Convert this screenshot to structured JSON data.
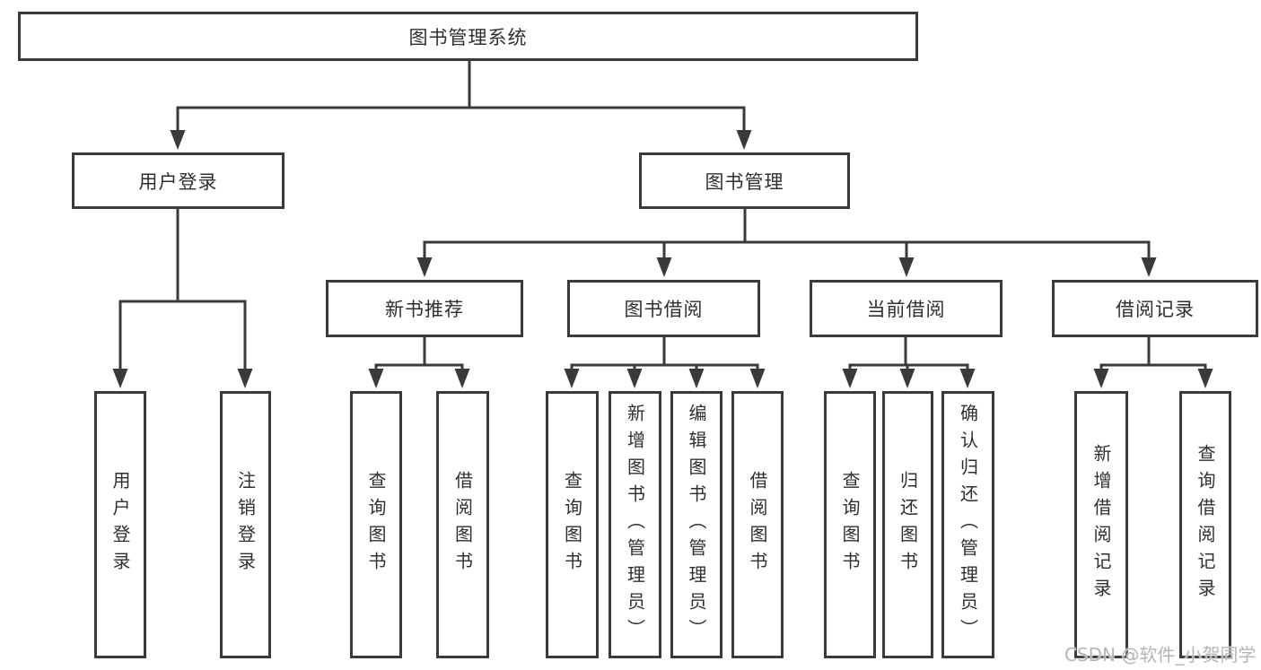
{
  "tree": {
    "root": {
      "label": "图书管理系统"
    },
    "branches": [
      {
        "label": "用户登录",
        "children": [
          {
            "label": "用户登录"
          },
          {
            "label": "注销登录"
          }
        ]
      },
      {
        "label": "图书管理",
        "children": [
          {
            "label": "新书推荐",
            "children": [
              {
                "label": "查询图书"
              },
              {
                "label": "借阅图书"
              }
            ]
          },
          {
            "label": "图书借阅",
            "children": [
              {
                "label": "查询图书"
              },
              {
                "label": "新增图书（管理员）"
              },
              {
                "label": "编辑图书（管理员）"
              },
              {
                "label": "借阅图书"
              }
            ]
          },
          {
            "label": "当前借阅",
            "children": [
              {
                "label": "查询图书"
              },
              {
                "label": "归还图书"
              },
              {
                "label": "确认归还（管理员）"
              }
            ]
          },
          {
            "label": "借阅记录",
            "children": [
              {
                "label": "新增借阅记录"
              },
              {
                "label": "查询借阅记录"
              }
            ]
          }
        ]
      }
    ]
  },
  "watermark": {
    "text": "CSDN @软件_小贺同学"
  },
  "colors": {
    "line": "#3a3a3a",
    "box_border": "#3a3a3a",
    "text": "#2f2f2f",
    "watermark": "#b5b5b5",
    "background": "#ffffff"
  }
}
